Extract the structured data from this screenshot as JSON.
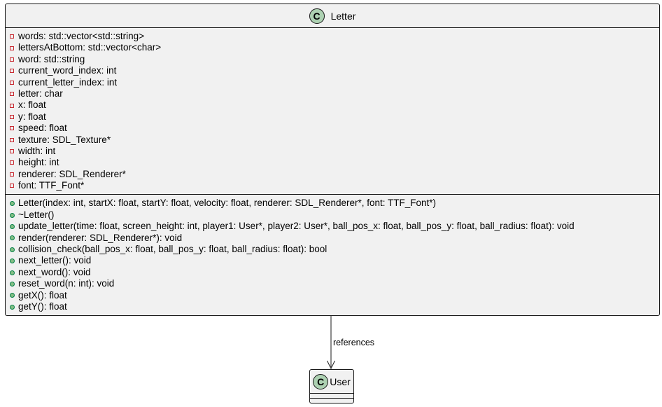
{
  "diagram": {
    "classes": {
      "letter": {
        "badge": "C",
        "name": "Letter",
        "fields": [
          {
            "visibility": "private",
            "text": "words: std::vector<std::string>"
          },
          {
            "visibility": "private",
            "text": "lettersAtBottom: std::vector<char>"
          },
          {
            "visibility": "private",
            "text": "word: std::string"
          },
          {
            "visibility": "private",
            "text": "current_word_index: int"
          },
          {
            "visibility": "private",
            "text": "current_letter_index: int"
          },
          {
            "visibility": "private",
            "text": "letter: char"
          },
          {
            "visibility": "private",
            "text": "x: float"
          },
          {
            "visibility": "private",
            "text": "y: float"
          },
          {
            "visibility": "private",
            "text": "speed: float"
          },
          {
            "visibility": "private",
            "text": "texture: SDL_Texture*"
          },
          {
            "visibility": "private",
            "text": "width: int"
          },
          {
            "visibility": "private",
            "text": "height: int"
          },
          {
            "visibility": "private",
            "text": "renderer: SDL_Renderer*"
          },
          {
            "visibility": "private",
            "text": "font: TTF_Font*"
          }
        ],
        "methods": [
          {
            "visibility": "public",
            "text": "Letter(index: int, startX: float, startY: float, velocity: float, renderer: SDL_Renderer*, font: TTF_Font*)"
          },
          {
            "visibility": "public",
            "text": "~Letter()"
          },
          {
            "visibility": "public",
            "text": "update_letter(time: float, screen_height: int, player1: User*, player2: User*, ball_pos_x: float, ball_pos_y: float, ball_radius: float): void"
          },
          {
            "visibility": "public",
            "text": "render(renderer: SDL_Renderer*): void"
          },
          {
            "visibility": "public",
            "text": "collision_check(ball_pos_x: float, ball_pos_y: float, ball_radius: float): bool"
          },
          {
            "visibility": "public",
            "text": "next_letter(): void"
          },
          {
            "visibility": "public",
            "text": "next_word(): void"
          },
          {
            "visibility": "public",
            "text": "reset_word(n: int): void"
          },
          {
            "visibility": "public",
            "text": "getX(): float"
          },
          {
            "visibility": "public",
            "text": "getY(): float"
          }
        ]
      },
      "user": {
        "badge": "C",
        "name": "User"
      }
    },
    "relation": {
      "from": "Letter",
      "to": "User",
      "label": "references"
    },
    "colors": {
      "class_fill": "#f1f1f1",
      "border": "#181818",
      "badge_fill": "#add1b2",
      "private_marker": "#c82930",
      "public_marker_fill": "#84be84",
      "public_marker_border": "#038048"
    }
  }
}
